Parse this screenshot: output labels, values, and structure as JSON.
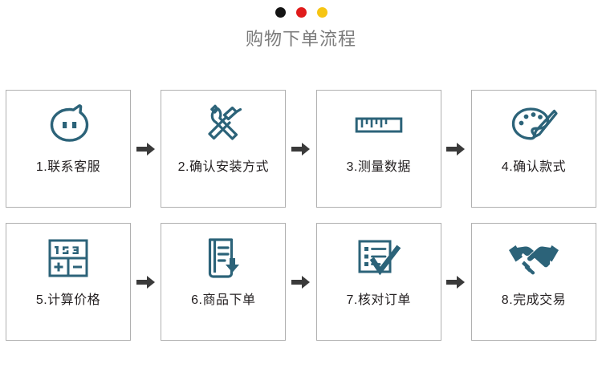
{
  "header": {
    "dots": [
      {
        "name": "dot-black",
        "color": "#141414"
      },
      {
        "name": "dot-red",
        "color": "#e01b1b"
      },
      {
        "name": "dot-gold",
        "color": "#f6c513"
      }
    ],
    "title": "购物下单流程"
  },
  "theme": {
    "icon_color": "#2c6379",
    "box_border": "#b0b0b0",
    "arrow_color": "#3a3a3a",
    "title_color": "#7b7b7b",
    "label_color": "#231f20",
    "background": "#ffffff"
  },
  "flow": {
    "arrow_icon": "arrow-right-icon",
    "rows": [
      {
        "steps": [
          {
            "label": "1.联系客服",
            "icon": "chat-face-icon"
          },
          {
            "label": "2.确认安装方式",
            "icon": "wrench-hammer-icon"
          },
          {
            "label": "3.测量数据",
            "icon": "ruler-icon"
          },
          {
            "label": "4.确认款式",
            "icon": "palette-brush-icon"
          }
        ]
      },
      {
        "steps": [
          {
            "label": "5.计算价格",
            "icon": "calculator-icon"
          },
          {
            "label": "6.商品下单",
            "icon": "document-download-icon"
          },
          {
            "label": "7.核对订单",
            "icon": "checklist-check-icon"
          },
          {
            "label": "8.完成交易",
            "icon": "handshake-icon"
          }
        ]
      }
    ]
  }
}
